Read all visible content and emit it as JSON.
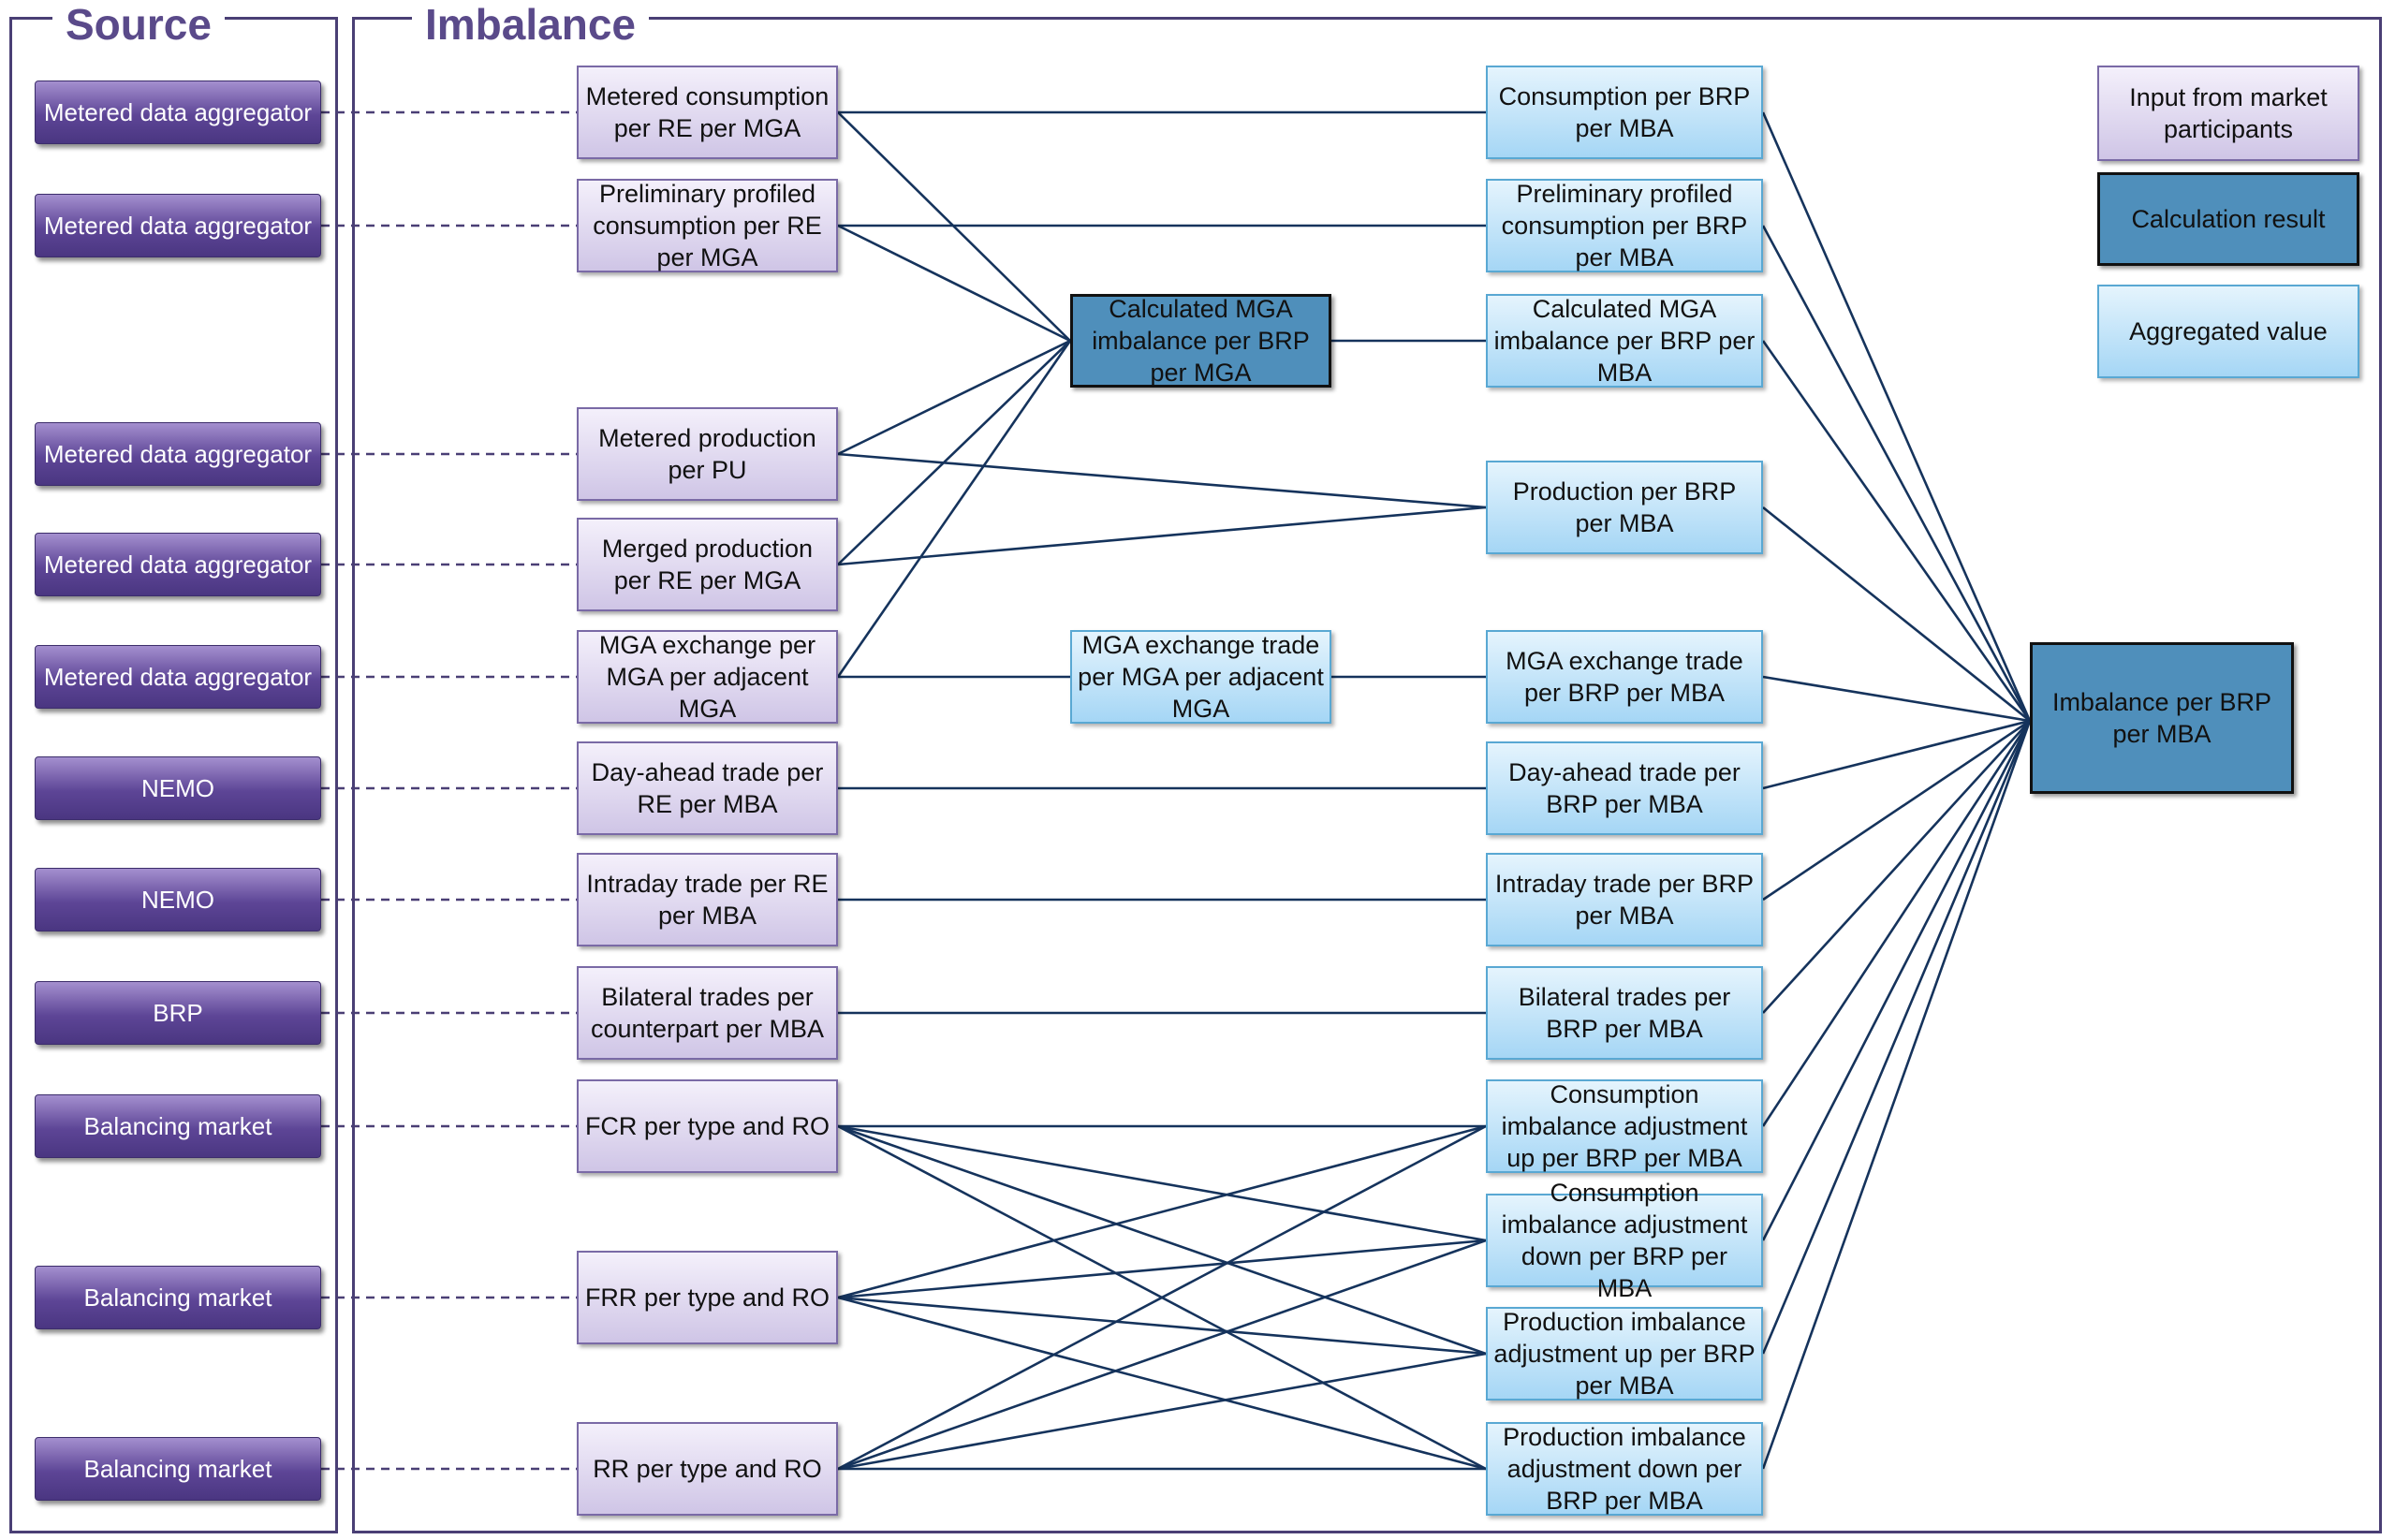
{
  "panels": {
    "source": "Source",
    "imbalance": "Imbalance"
  },
  "legend": {
    "input": "Input from market participants",
    "calc": "Calculation result",
    "agg": "Aggregated value"
  },
  "sources": [
    "Metered data aggregator",
    "Metered data aggregator",
    "Metered data aggregator",
    "Metered data aggregator",
    "Metered data aggregator",
    "NEMO",
    "NEMO",
    "BRP",
    "Balancing market",
    "Balancing market",
    "Balancing market"
  ],
  "inputs": [
    "Metered consumption per RE per MGA",
    "Preliminary profiled consumption per RE per MGA",
    "Metered production per PU",
    "Merged production per RE per MGA",
    "MGA exchange per MGA per adjacent MGA",
    "Day-ahead trade per RE per MBA",
    "Intraday trade per RE per MBA",
    "Bilateral trades per counterpart per MBA",
    "FCR per type and RO",
    "FRR per type and RO",
    "RR per type and RO"
  ],
  "middle": {
    "calc_mga": "Calculated MGA imbalance per BRP per MGA",
    "mga_exchange": "MGA exchange trade per MGA per adjacent MGA"
  },
  "aggregates": [
    "Consumption per BRP per MBA",
    "Preliminary profiled consumption per BRP per MBA",
    "Calculated MGA imbalance per BRP per MBA",
    "Production per BRP per MBA",
    "MGA exchange trade per BRP per MBA",
    "Day-ahead trade per BRP per MBA",
    "Intraday trade per BRP per MBA",
    "Bilateral trades per BRP per MBA",
    "Consumption imbalance adjustment up per BRP per MBA",
    "Consumption imbalance adjustment down per BRP per MBA",
    "Production imbalance adjustment up per BRP per MBA",
    "Production imbalance adjustment down per BRP per MBA"
  ],
  "result": "Imbalance per BRP per MBA",
  "colors": {
    "frame": "#4a3f75",
    "source_fill": "#5d4596",
    "input_fill": "#cfc5e6",
    "aggregate_fill": "#a5d6f5",
    "calc_fill": "#4f8fbb",
    "link": "#15335c"
  }
}
